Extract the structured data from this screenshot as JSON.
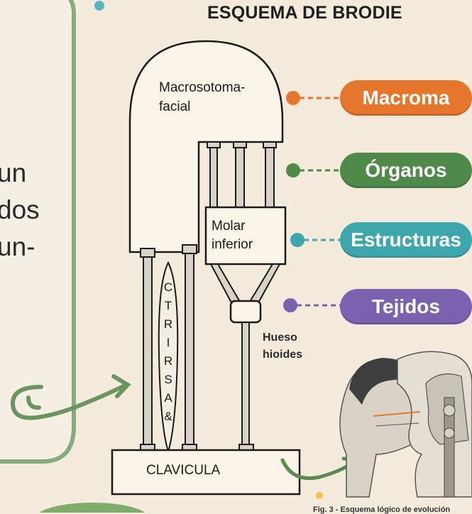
{
  "title": "ESQUEMA DE BRODIE",
  "side_text": [
    "un",
    "dos",
    "un-"
  ],
  "legend": [
    {
      "label": "Macroma",
      "color": "#e5762b"
    },
    {
      "label": "Órganos",
      "color": "#4f8a4a"
    },
    {
      "label": "Estructuras",
      "color": "#3ea6ad"
    },
    {
      "label": "Tejidos",
      "color": "#7b62b0"
    }
  ],
  "diagram": {
    "macro_label_line1": "Macrosotoma-",
    "macro_label_line2": "facial",
    "molar_line1": "Molar",
    "molar_line2": "inferior",
    "hueso_line1": "Hueso",
    "hueso_line2": "hioides",
    "clavicula": "CLAVICULA",
    "vertical_letters": [
      "C",
      "T",
      "R",
      "I",
      "R",
      "S",
      "A",
      "&"
    ]
  },
  "caption": "Fig. 3 - Esquema lógico de evolución"
}
